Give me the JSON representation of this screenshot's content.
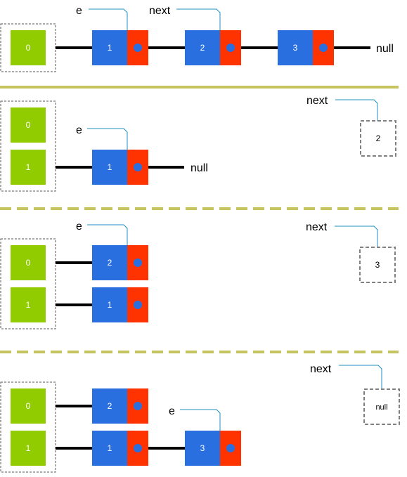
{
  "colors": {
    "bucket": "#91CC00",
    "node_value": "#2A6FE0",
    "node_pointer": "#FF3300",
    "pointer_dot": "#2A6FE0",
    "divider": "#C5C45E",
    "callout": "#1D8FBF",
    "dashed_box": "#808080",
    "wire": "#000000"
  },
  "labels": {
    "e": "e",
    "next": "next",
    "null": "null"
  },
  "panels": [
    {
      "buckets": [
        "0"
      ],
      "chains": [
        [
          "1",
          "2",
          "3"
        ]
      ],
      "chain_terminated_by_null": [
        true
      ],
      "e_points_to": "chain0.node0",
      "next_points_to": "chain0.node1",
      "next_box": null
    },
    {
      "buckets": [
        "0",
        "1"
      ],
      "chains": [
        [],
        [
          "1"
        ]
      ],
      "chain_terminated_by_null": [
        false,
        true
      ],
      "e_points_to": "chain1.node0",
      "next_box": "2"
    },
    {
      "buckets": [
        "0",
        "1"
      ],
      "chains": [
        [
          "2"
        ],
        [
          "1"
        ]
      ],
      "chain_terminated_by_null": [
        false,
        false
      ],
      "e_points_to": "chain0.node0",
      "next_box": "3"
    },
    {
      "buckets": [
        "0",
        "1"
      ],
      "chains": [
        [
          "2"
        ],
        [
          "1",
          "3"
        ]
      ],
      "chain_terminated_by_null": [
        false,
        false
      ],
      "e_points_to": "chain1.node1",
      "next_box": "null"
    }
  ]
}
